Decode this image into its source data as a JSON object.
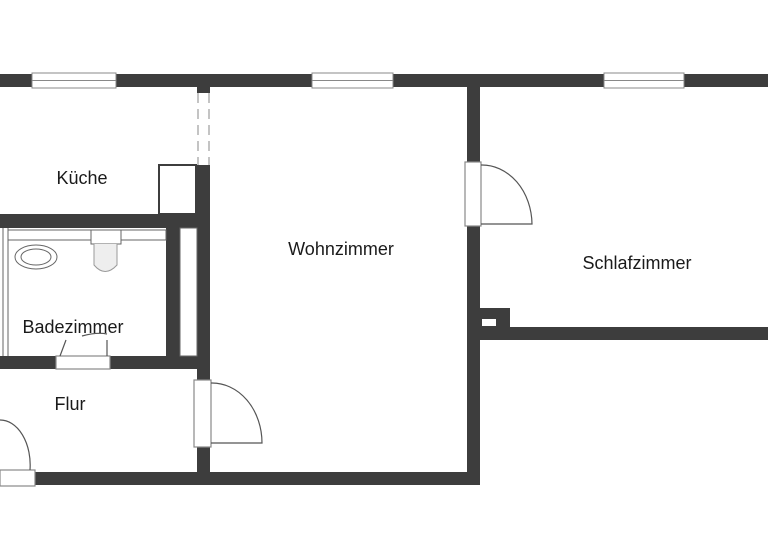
{
  "rooms": {
    "kitchen": "Küche",
    "living_room": "Wohnzimmer",
    "bedroom": "Schlafzimmer",
    "bathroom": "Badezimmer",
    "hallway": "Flur"
  },
  "colors": {
    "wall": "#3d3d3d",
    "background": "#ffffff",
    "fixture": "#9a9a9a"
  }
}
